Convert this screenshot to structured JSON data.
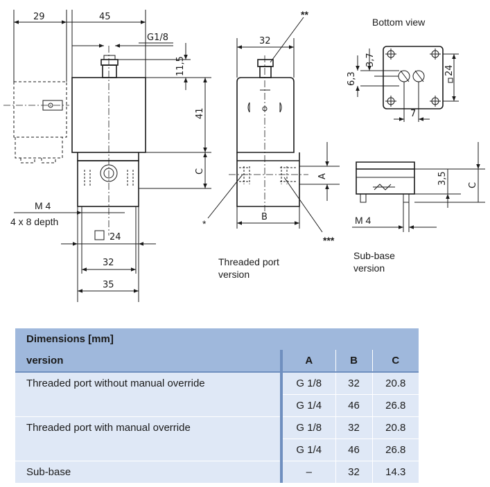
{
  "drawing": {
    "front": {
      "dims": {
        "d29": "29",
        "d45": "45",
        "g18": "G1/8",
        "d115": "11,5",
        "d41": "41",
        "dc": "C",
        "d24": "24",
        "d32": "32",
        "d35": "35"
      },
      "m4": "M 4",
      "depth": "4 x 8 depth"
    },
    "threaded": {
      "d32": "32",
      "dA": "A",
      "dB": "B",
      "star1": "*",
      "star2": "**",
      "star3": "***",
      "caption_line1": "Threaded port",
      "caption_line2": "version"
    },
    "bottom": {
      "title": "Bottom view",
      "d37": "3,7",
      "d63": "6,3",
      "d24": "24",
      "d7": "7"
    },
    "subbase": {
      "d35": "3,5",
      "dC": "C",
      "m4": "M 4",
      "caption_line1": "Sub-base",
      "caption_line2": "version"
    }
  },
  "table": {
    "title": "Dimensions [mm]",
    "headers": {
      "version": "version",
      "a": "A",
      "b": "B",
      "c": "C"
    },
    "groups": [
      {
        "name": "Threaded port without  manual override",
        "rows": [
          {
            "a": "G 1/8",
            "b": "32",
            "c": "20.8"
          },
          {
            "a": "G 1/4",
            "b": "46",
            "c": "26.8"
          }
        ]
      },
      {
        "name": "Threaded port with manual override",
        "rows": [
          {
            "a": "G 1/8",
            "b": "32",
            "c": "20.8"
          },
          {
            "a": "G 1/4",
            "b": "46",
            "c": "26.8"
          }
        ]
      },
      {
        "name": "Sub-base",
        "rows": [
          {
            "a": "–",
            "b": "32",
            "c": "14.3"
          }
        ]
      }
    ]
  }
}
